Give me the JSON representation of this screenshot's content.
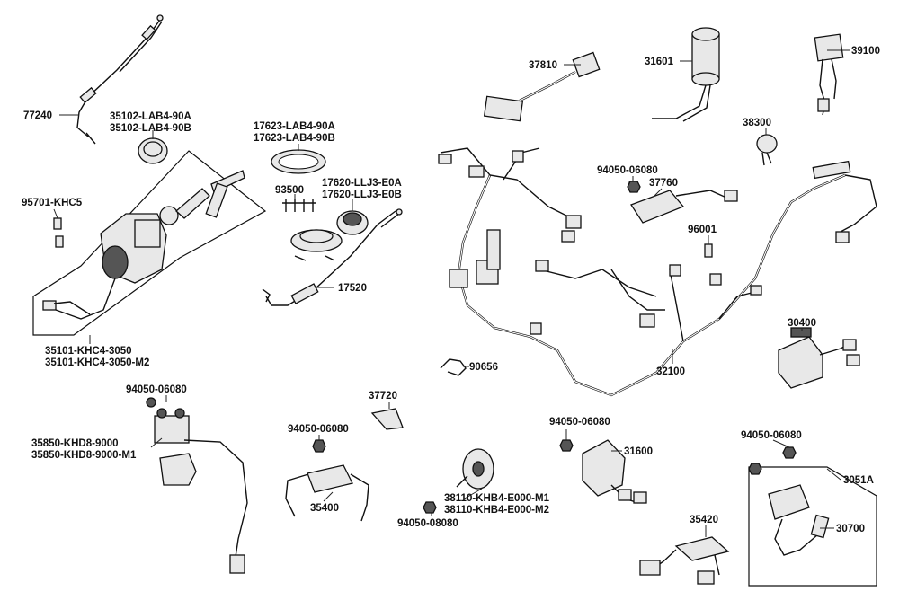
{
  "labels": {
    "p77240": "77240",
    "p35102a": "35102-LAB4-90A",
    "p35102b": "35102-LAB4-90B",
    "p17623a": "17623-LAB4-90A",
    "p17623b": "17623-LAB4-90B",
    "p93500": "93500",
    "p17620a": "17620-LLJ3-E0A",
    "p17620b": "17620-LLJ3-E0B",
    "p95701": "95701-KHC5",
    "p17520": "17520",
    "p35101a": "35101-KHC4-3050",
    "p35101b": "35101-KHC4-3050-M2",
    "p37810": "37810",
    "p31601": "31601",
    "p39100": "39100",
    "p38300": "38300",
    "p94050a": "94050-06080",
    "p37760": "37760",
    "p96001": "96001",
    "p32100": "32100",
    "p90656": "90656",
    "p30400": "30400",
    "p94050b": "94050-06080",
    "p35850a": "35850-KHD8-9000",
    "p35850b": "35850-KHD8-9000-M1",
    "p37720": "37720",
    "p94050c": "94050-06080",
    "p35400": "35400",
    "p38110a": "38110-KHB4-E000-M1",
    "p38110b": "38110-KHB4-E000-M2",
    "p94050d": "94050-08080",
    "p94050e": "94050-06080",
    "p31600": "31600",
    "p94050f": "94050-06080",
    "p3051a": "3051A",
    "p30700": "30700",
    "p35420": "35420"
  },
  "colors": {
    "ink": "#111111",
    "paper": "#ffffff"
  }
}
